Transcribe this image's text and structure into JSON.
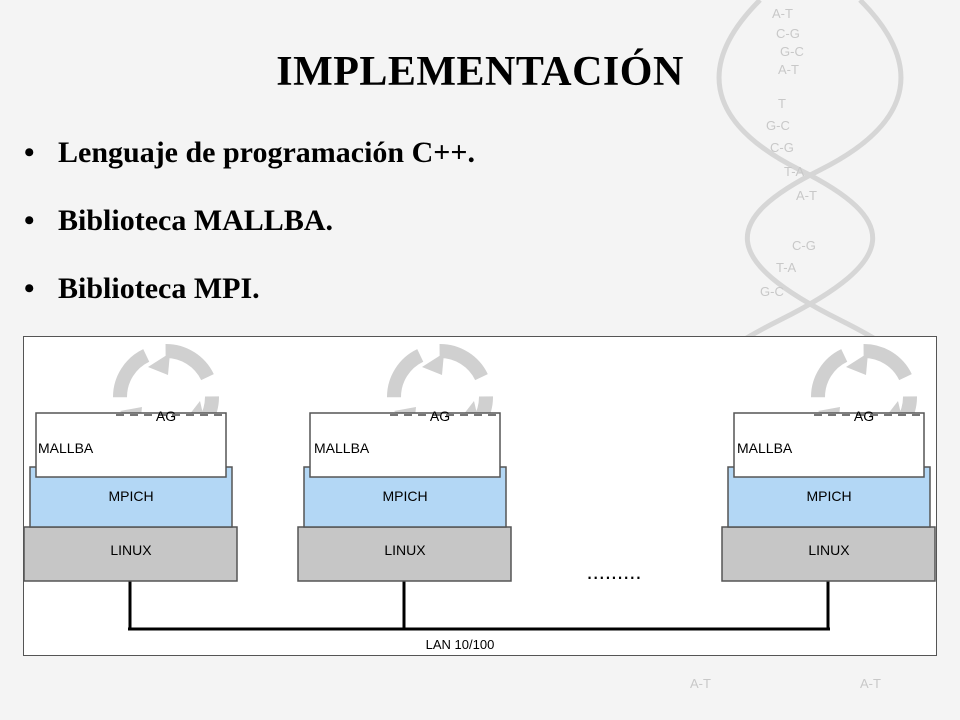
{
  "slide": {
    "title": "IMPLEMENTACIÓN",
    "bullets": [
      "Lenguaje de programación  C++.",
      "Biblioteca  MALLBA.",
      "Biblioteca  MPI."
    ]
  },
  "diagram": {
    "nodes": [
      {
        "top": "AG",
        "middle": "MALLBA",
        "mid_layer": "MPICH",
        "base": "LINUX"
      },
      {
        "top": "AG",
        "middle": "MALLBA",
        "mid_layer": "MPICH",
        "base": "LINUX"
      },
      {
        "top": "AG",
        "middle": "MALLBA",
        "mid_layer": "MPICH",
        "base": "LINUX"
      }
    ],
    "ellipsis": ".........",
    "network_label": "LAN 10/100"
  },
  "colors": {
    "mpich_layer": "#b3d7f5",
    "linux_layer": "#c6c6c6",
    "mallba_layer": "#ffffff",
    "logo_gray": "#d0d0d0"
  }
}
